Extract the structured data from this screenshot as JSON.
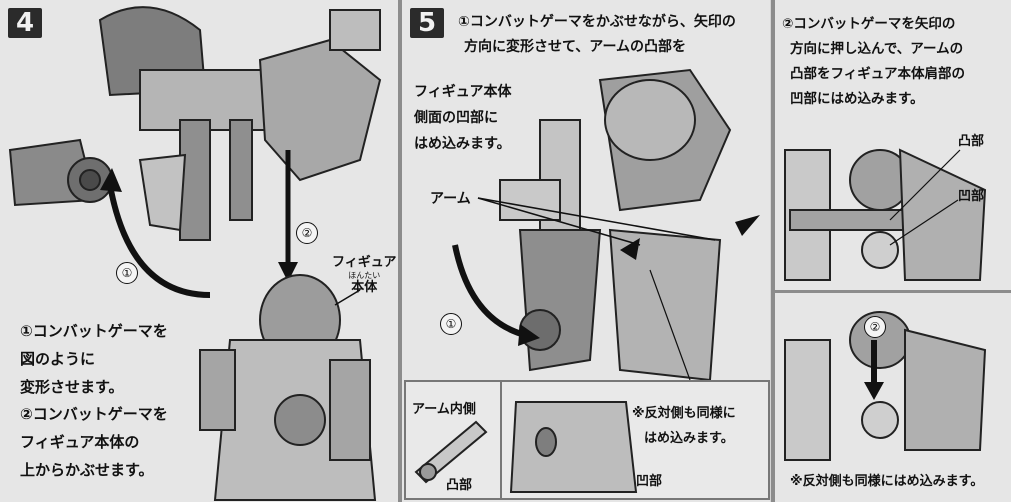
{
  "step4": {
    "number": "4",
    "label_figure": "フィギュア",
    "label_body": "本体",
    "ruby_body": "ほんたい",
    "circle1": "①",
    "circle2": "②",
    "instructions": [
      "①コンバットゲーマを",
      "図のように",
      "変形させます。",
      "②コンバットゲーマを",
      "フィギュア本体の",
      "上からかぶせます。"
    ]
  },
  "step5": {
    "number": "5",
    "text": [
      "①コンバットゲーマをかぶせながら、矢印の",
      "方向に変形させて、アームの凸部を",
      "フィギュア本体",
      "側面の凹部に",
      "はめ込みます。"
    ],
    "label_arm": "アーム",
    "circle1": "①",
    "inset": {
      "label_arm_inside": "アーム内側",
      "label_convex": "凸部",
      "label_concave": "凹部",
      "note": [
        "※反対側も同様に",
        "はめ込みます。"
      ]
    }
  },
  "right": {
    "text": [
      "②コンバットゲーマを矢印の",
      "方向に押し込んで、アームの",
      "凸部をフィギュア本体肩部の",
      "凹部にはめ込みます。"
    ],
    "label_convex": "凸部",
    "label_concave": "凹部",
    "circle2": "②",
    "note": "※反対側も同様にはめ込みます。"
  }
}
